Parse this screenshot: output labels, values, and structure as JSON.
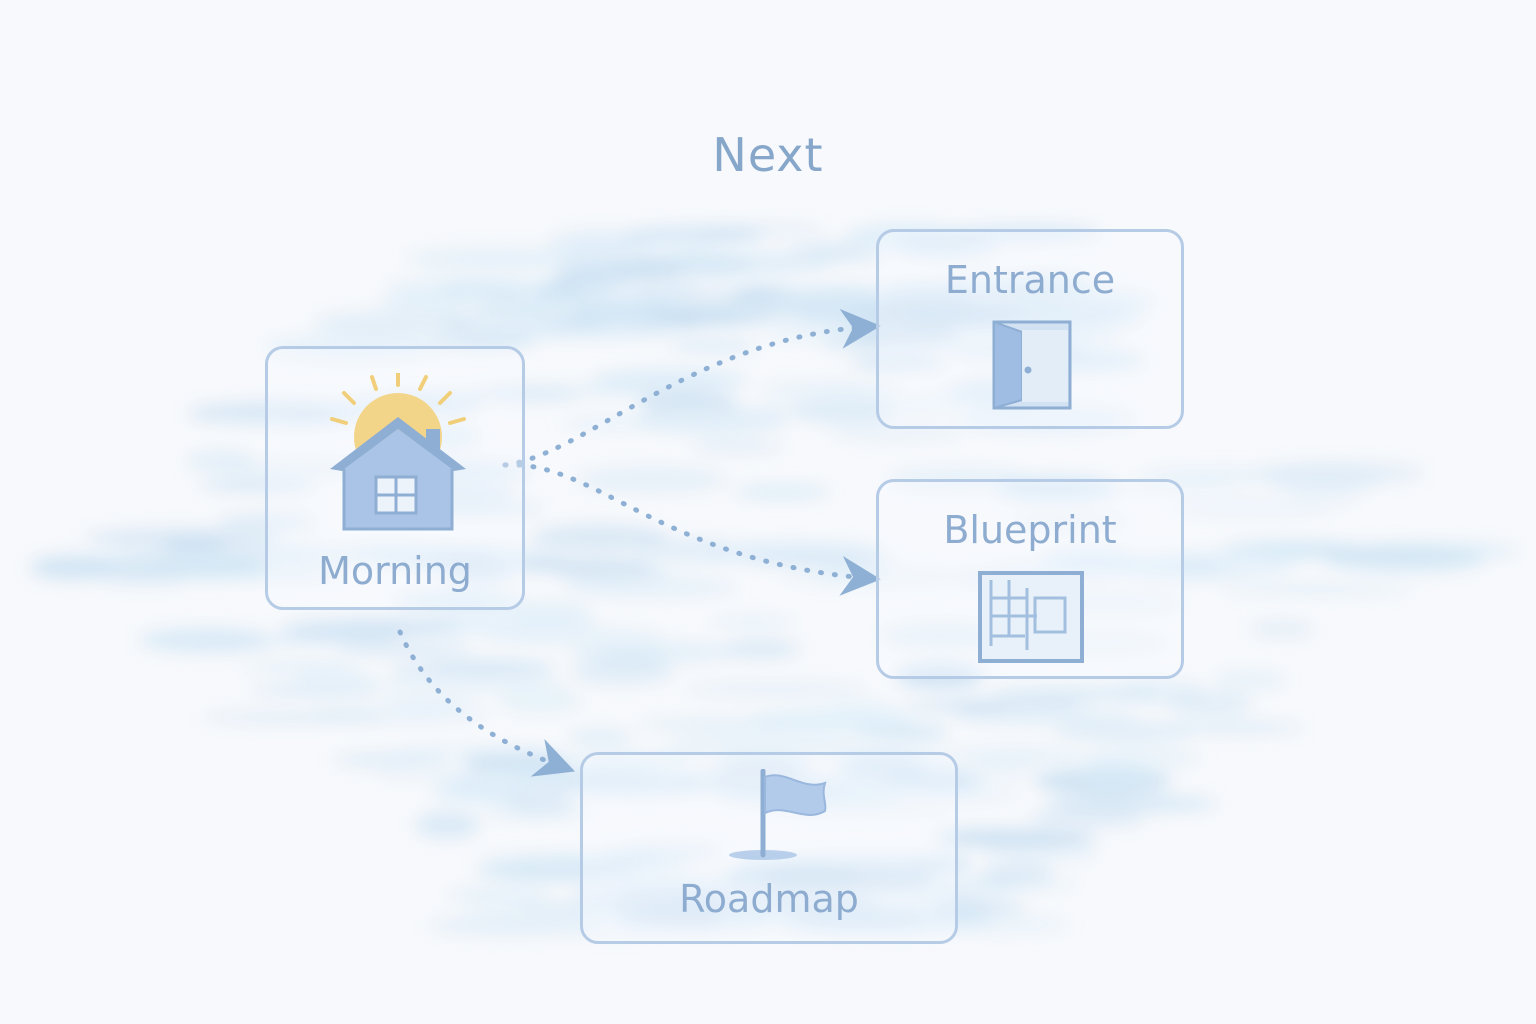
{
  "title": "Next",
  "nodes": {
    "morning": {
      "label": "Morning",
      "icon": "house-with-sun-icon"
    },
    "entrance": {
      "label": "Entrance",
      "icon": "door-icon"
    },
    "blueprint": {
      "label": "Blueprint",
      "icon": "floor-plan-icon"
    },
    "roadmap": {
      "label": "Roadmap",
      "icon": "flag-icon"
    }
  },
  "edges": [
    {
      "from": "Morning",
      "to": "Entrance",
      "style": "dotted"
    },
    {
      "from": "Morning",
      "to": "Blueprint",
      "style": "dotted"
    },
    {
      "from": "Morning",
      "to": "Roadmap",
      "style": "dotted"
    }
  ],
  "colors": {
    "background": "#f7f9fc",
    "wash": "#cfe4f4",
    "node_border": "#b6cbe6",
    "text": "#86a6ca",
    "icon_fill": "#a9c4e6",
    "icon_stroke": "#8eaed3",
    "sun": "#f3d58a"
  }
}
